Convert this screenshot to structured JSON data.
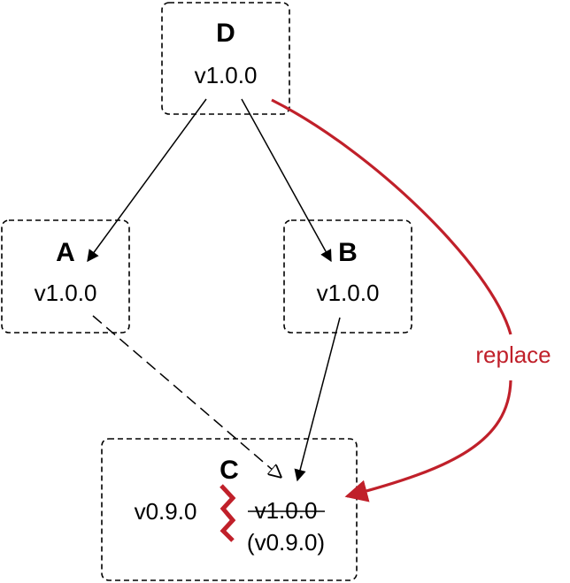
{
  "nodes": {
    "d": {
      "title": "D",
      "version": "v1.0.0"
    },
    "a": {
      "title": "A",
      "version": "v1.0.0"
    },
    "b": {
      "title": "B",
      "version": "v1.0.0"
    },
    "c": {
      "title": "C",
      "version_left": "v0.9.0",
      "version_replaced": "v1.0.0",
      "version_resolved": "(v0.9.0)"
    }
  },
  "edges": {
    "replace_label": "replace"
  },
  "colors": {
    "accent": "#c0202a",
    "line": "#000000"
  },
  "icons": {
    "conflict": "zigzag-conflict-icon"
  }
}
